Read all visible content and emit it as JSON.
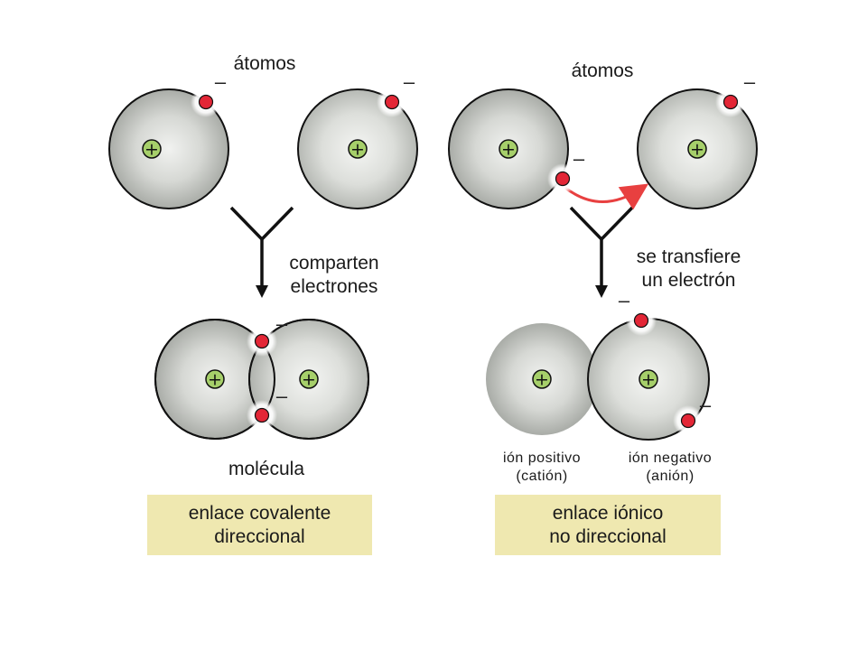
{
  "left": {
    "top_label": "átomos",
    "arrow_label": [
      "comparten",
      "electrones"
    ],
    "bottom_label": "molécula",
    "box": [
      "enlace covalente",
      "direccional"
    ]
  },
  "right": {
    "top_label": "átomos",
    "arrow_label": [
      "se transfiere",
      "un electrón"
    ],
    "ion_positive": [
      "ión positivo",
      "(catión)"
    ],
    "ion_negative": [
      "ión negativo",
      "(anión)"
    ],
    "box": [
      "enlace iónico",
      "no direccional"
    ]
  },
  "symbols": {
    "nucleus": "+",
    "electron_charge": "–"
  },
  "colors": {
    "nucleus": "#a6cf6a",
    "electron": "#e32636",
    "arrow": "#e84040",
    "box": "#efe8b0"
  },
  "icons": [
    "nucleus-icon",
    "electron-icon",
    "merge-arrow-icon",
    "transfer-arrow-icon"
  ]
}
